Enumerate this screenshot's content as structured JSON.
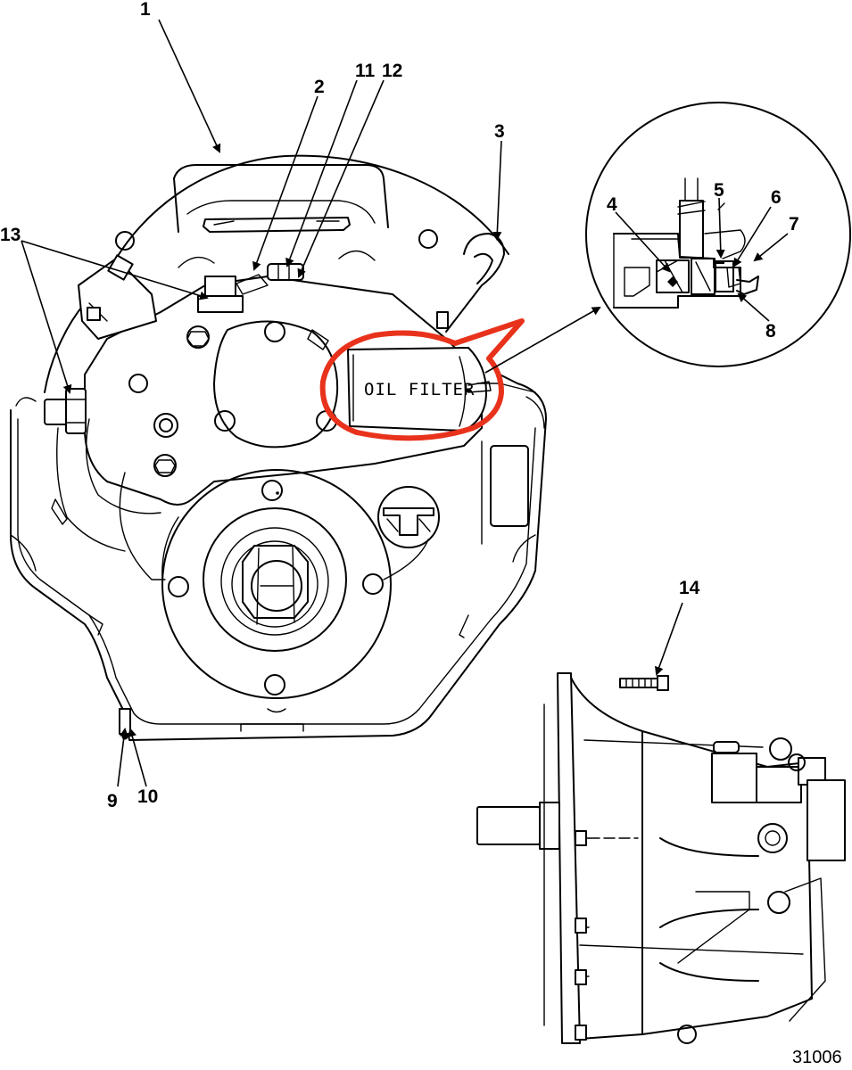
{
  "callouts": {
    "c1": "1",
    "c2": "2",
    "c3": "3",
    "c4": "4",
    "c5": "5",
    "c6": "6",
    "c7": "7",
    "c8": "8",
    "c9": "9",
    "c10": "10",
    "c11": "11",
    "c12": "12",
    "c13": "13",
    "c14": "14"
  },
  "filter_label": "OIL FILTER",
  "figure_number": "31006",
  "colors": {
    "line": "#000000",
    "highlight": "#e8321c",
    "background": "#ffffff"
  }
}
